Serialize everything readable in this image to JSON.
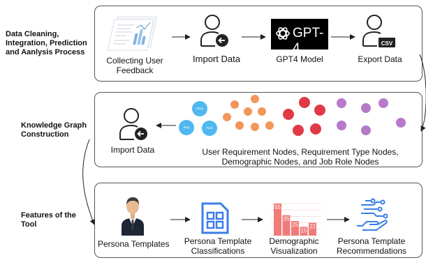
{
  "sections": [
    {
      "label_lines": [
        "Data Cleaning,",
        "Integration, Prediction",
        "and Aanlysis Process"
      ]
    },
    {
      "label_lines": [
        "Knowledge Graph",
        "Construction"
      ]
    },
    {
      "label_lines": [
        "Features of the",
        "Tool"
      ]
    }
  ],
  "row1": {
    "collect_lines": [
      "Collecting User",
      "Feedback"
    ],
    "import": "Import Data",
    "gpt_logo_text": "GPT-4",
    "gpt_caption": "GPT4 Model",
    "export": "Export Data",
    "csv_badge": "CSV"
  },
  "row2": {
    "import": "Import Data",
    "nodes_lines": [
      "User Requirement Nodes, Requirement Type Nodes,",
      "Demographic Nodes, and Job Role Nodes"
    ],
    "big_nodes": [
      "Story",
      "Bug",
      "Task"
    ]
  },
  "row3": {
    "persona": "Persona Templates",
    "classif_lines": [
      "Persona Template",
      "Classifications"
    ],
    "demo_lines": [
      "Demographic",
      "Visualization"
    ],
    "rec_lines": [
      "Persona Template",
      "Recommendations"
    ],
    "bar_values": [
      55,
      35,
      25,
      15,
      22
    ],
    "bar_labels": [
      "55",
      "35",
      "25",
      "15",
      "22"
    ]
  },
  "colors": {
    "node_blue": "#4fb8f0",
    "node_orange": "#f2965a",
    "node_red": "#e03a46",
    "node_purple": "#b77ac9",
    "bar_red": "#f07b78",
    "icon_blue": "#3a7ee8"
  }
}
